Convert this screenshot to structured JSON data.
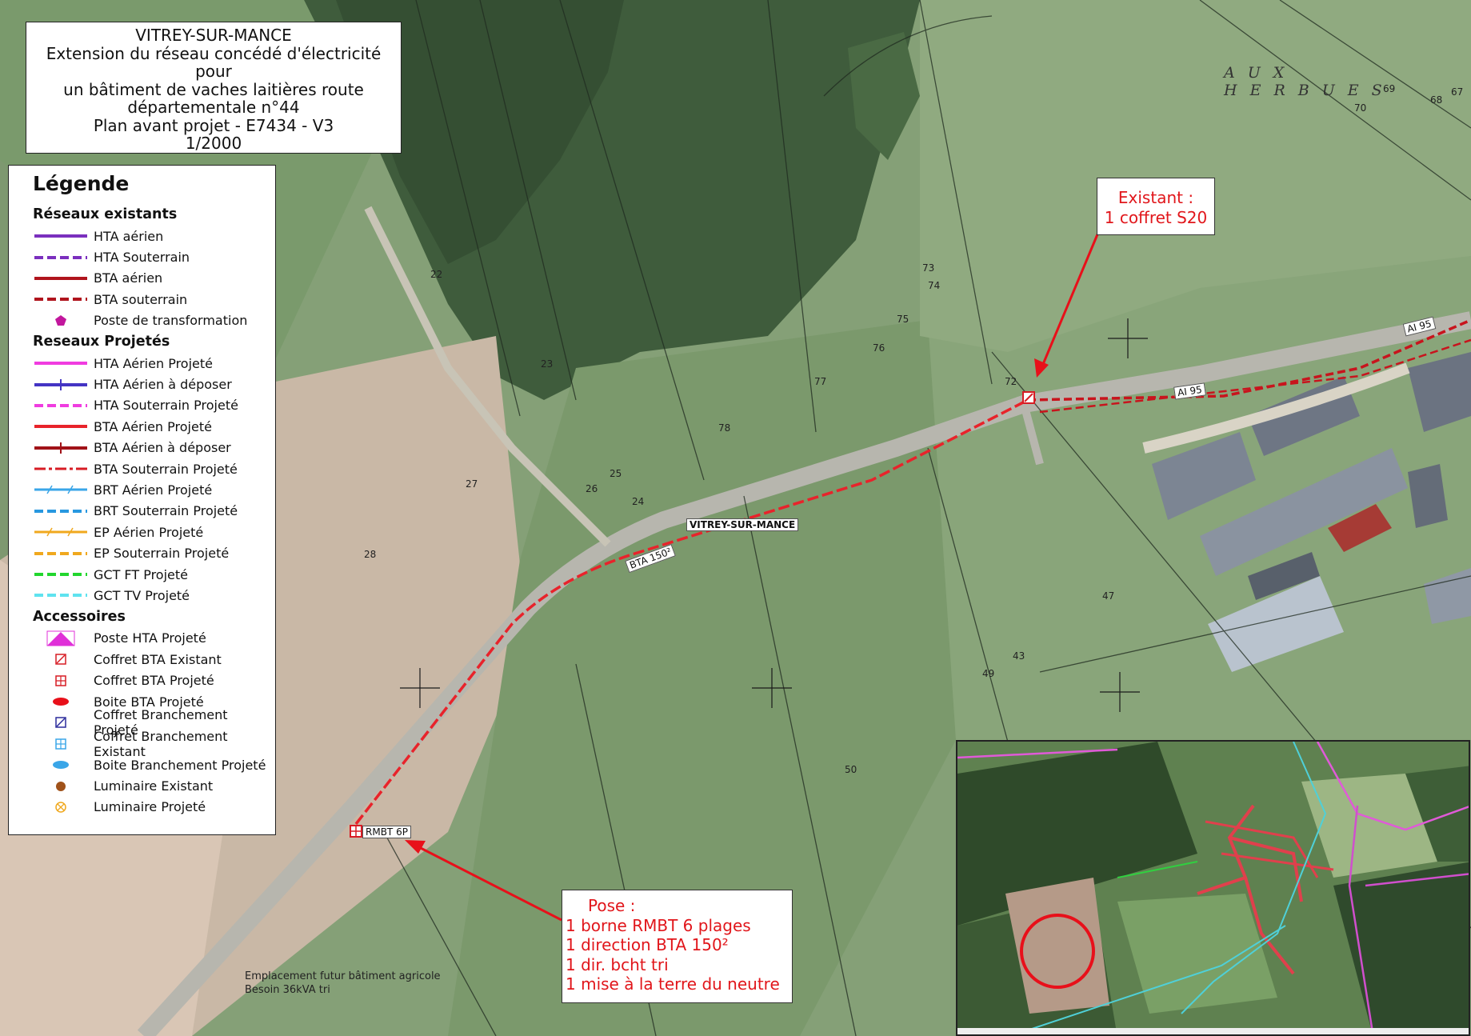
{
  "title_box": {
    "lines": [
      "VITREY-SUR-MANCE",
      "Extension du réseau concédé d'électricité pour",
      "un bâtiment de vaches laitières route",
      "départementale n°44",
      "Plan avant projet - E7434 - V3",
      "1/2000"
    ]
  },
  "legend": {
    "title": "Légende",
    "sections": [
      {
        "heading": "Réseaux existants",
        "items": [
          {
            "label": "HTA aérien",
            "symbol": "solid",
            "color": "#7b2fbe"
          },
          {
            "label": "HTA Souterrain",
            "symbol": "dashed",
            "color": "#7b2fbe"
          },
          {
            "label": "BTA aérien",
            "symbol": "solid",
            "color": "#b0141d"
          },
          {
            "label": "BTA souterrain",
            "symbol": "dashed",
            "color": "#b0141d"
          },
          {
            "label": "Poste de transformation",
            "symbol": "pentagon",
            "color": "#c2179d"
          }
        ]
      },
      {
        "heading": "Reseaux Projetés",
        "items": [
          {
            "label": "HTA Aérien Projeté",
            "symbol": "solid",
            "color": "#f03ce0"
          },
          {
            "label": "HTA Aérien à déposer",
            "symbol": "solid-ticks",
            "color": "#4434c4"
          },
          {
            "label": "HTA Souterrain Projeté",
            "symbol": "dashed",
            "color": "#f03ce0"
          },
          {
            "label": "BTA Aérien Projeté",
            "symbol": "solid",
            "color": "#e8232b"
          },
          {
            "label": "BTA Aérien à déposer",
            "symbol": "solid-ticks",
            "color": "#a11218"
          },
          {
            "label": "BTA Souterrain Projeté",
            "symbol": "dashdot",
            "color": "#d71c24"
          },
          {
            "label": "BRT Aérien Projeté",
            "symbol": "solid-slash",
            "color": "#3aa6e8"
          },
          {
            "label": "BRT Souterrain Projeté",
            "symbol": "dashed",
            "color": "#2898e0"
          },
          {
            "label": "EP Aérien Projeté",
            "symbol": "solid-slash",
            "color": "#f0a81e"
          },
          {
            "label": "EP Souterrain Projeté",
            "symbol": "dashed",
            "color": "#f0a81e"
          },
          {
            "label": "GCT FT Projeté",
            "symbol": "dashed",
            "color": "#22d62e"
          },
          {
            "label": "GCT TV Projeté",
            "symbol": "dashed",
            "color": "#5fe3ef"
          }
        ]
      },
      {
        "heading": "Accessoires",
        "items": [
          {
            "label": "Poste HTA Projeté",
            "symbol": "triangle-box",
            "color": "#e030d8"
          },
          {
            "label": "Coffret BTA Existant",
            "symbol": "square-slash",
            "color": "#d71c24"
          },
          {
            "label": "Coffret BTA Projeté",
            "symbol": "square-grid",
            "color": "#d71c24"
          },
          {
            "label": "Boite BTA Projeté",
            "symbol": "ellipse",
            "color": "#e8101a"
          },
          {
            "label": "Coffret Branchement Projeté",
            "symbol": "square-slash",
            "color": "#2b2b9c"
          },
          {
            "label": "Coffret Branchement Existant",
            "symbol": "square-grid",
            "color": "#3aa6e8"
          },
          {
            "label": "Boite Branchement Projeté",
            "symbol": "ellipse",
            "color": "#3aa6e8"
          },
          {
            "label": "Luminaire Existant",
            "symbol": "circle",
            "color": "#a0521a"
          },
          {
            "label": "Luminaire Projeté",
            "symbol": "circle-x",
            "color": "#f0a81e"
          }
        ]
      }
    ]
  },
  "callouts": {
    "existant": {
      "lines": [
        "Existant :",
        "1 coffret S20"
      ]
    },
    "pose": {
      "lines": [
        "Pose :",
        "1 borne RMBT 6 plages",
        "1 direction BTA 150²",
        "1 dir. bcht tri",
        "1 mise à la terre du neutre"
      ]
    }
  },
  "map_labels": {
    "place_name": "AUX HERBUES",
    "street": "VITREY-SUR-MANCE",
    "bta_label": "BTA 150²",
    "rmbt_label": "RMBT 6P",
    "ai95_a": "AI 95",
    "ai95_b": "AI 95",
    "future_building_1": "Emplacement futur bâtiment agricole",
    "future_building_2": "Besoin 36kVA tri",
    "parcels": [
      "69",
      "70",
      "68",
      "67",
      "73",
      "74",
      "75",
      "76",
      "77",
      "72",
      "78",
      "47",
      "49",
      "43",
      "50",
      "25",
      "26",
      "27",
      "28",
      "24",
      "23",
      "22"
    ]
  },
  "colors": {
    "bta_projected": "#e8232b",
    "callout_text": "#e1161b",
    "road": "#b9b9b2",
    "field": "#7f9a72"
  }
}
